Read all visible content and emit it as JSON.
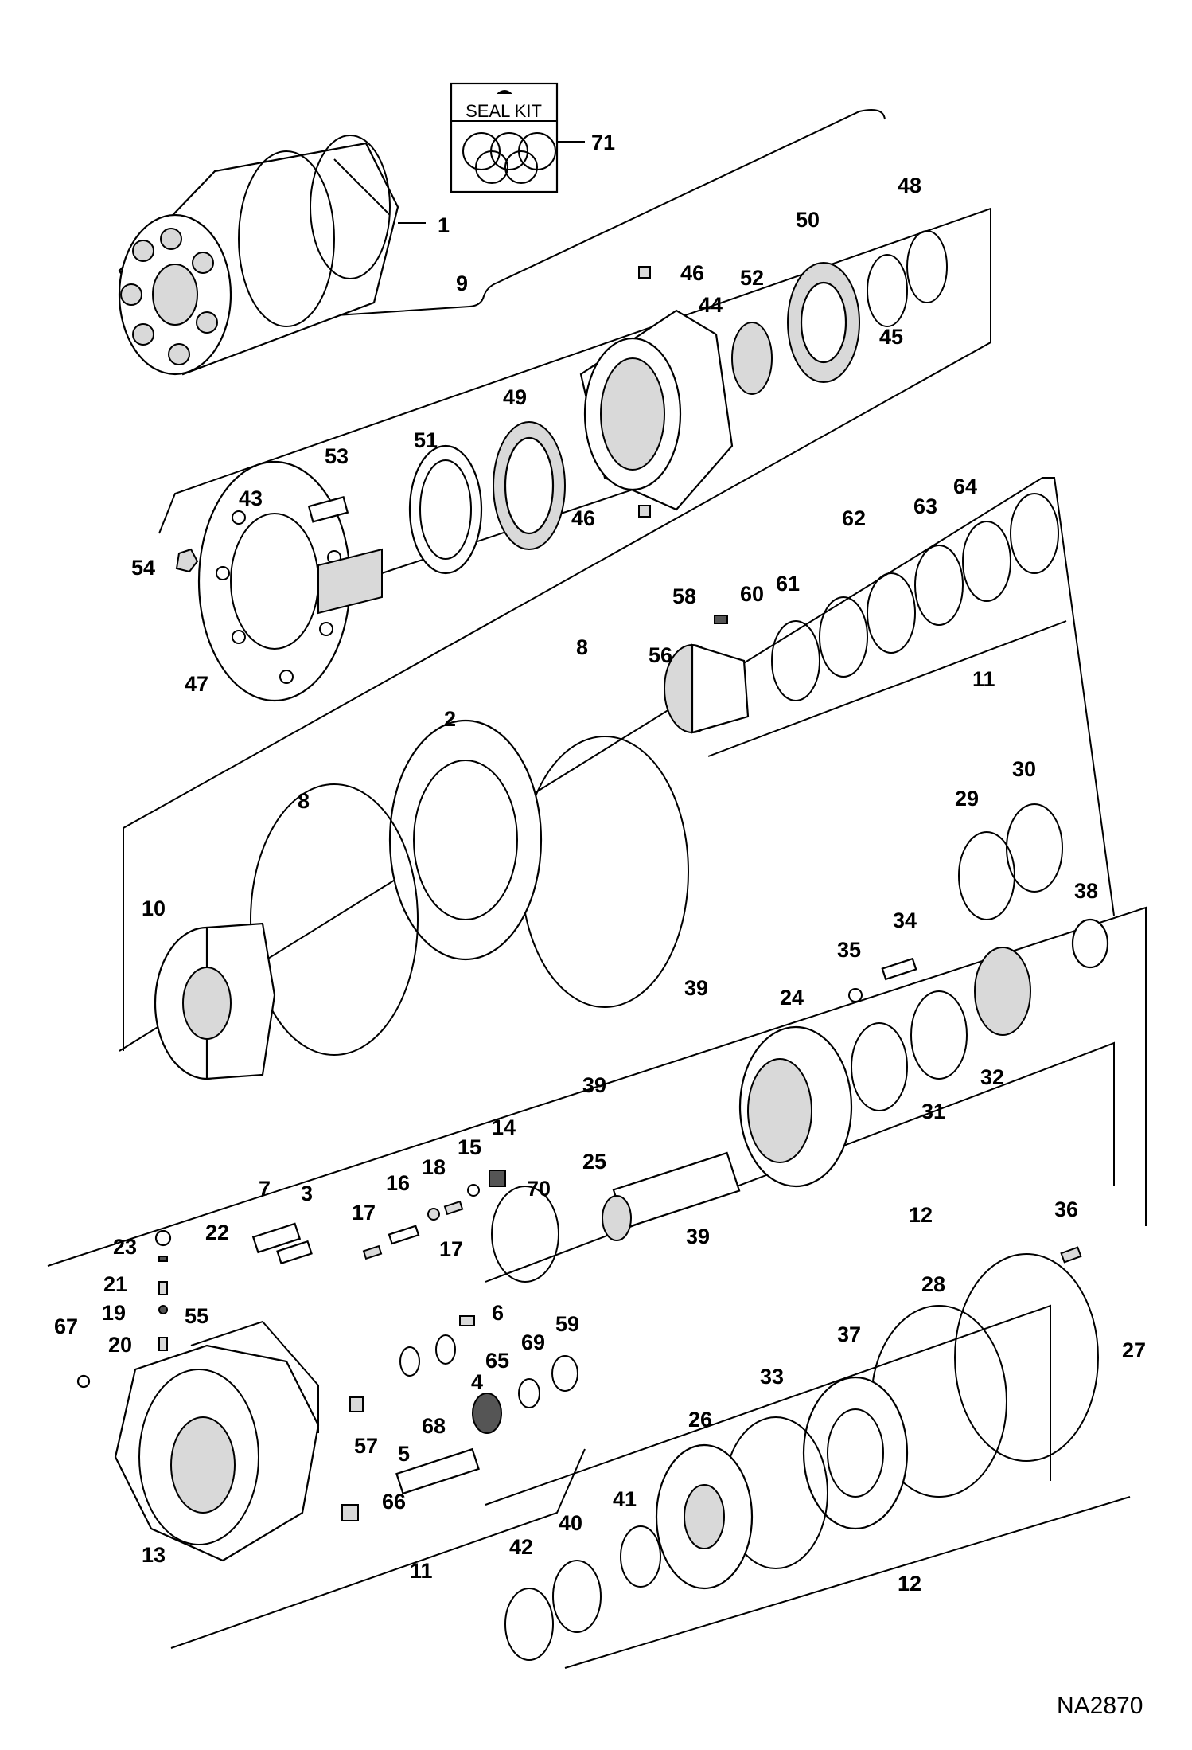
{
  "diagram": {
    "seal_kit": {
      "label": "SEAL KIT",
      "callout": "71"
    },
    "document_id": "NA2870",
    "callouts": [
      "1",
      "9",
      "46",
      "44",
      "52",
      "50",
      "48",
      "45",
      "49",
      "51",
      "53",
      "43",
      "54",
      "47",
      "46",
      "62",
      "63",
      "64",
      "58",
      "60",
      "61",
      "56",
      "8",
      "2",
      "8",
      "10",
      "11",
      "29",
      "30",
      "38",
      "34",
      "35",
      "39",
      "24",
      "31",
      "32",
      "39",
      "14",
      "15",
      "18",
      "16",
      "7",
      "3",
      "17",
      "17",
      "22",
      "23",
      "21",
      "19",
      "20",
      "55",
      "67",
      "70",
      "25",
      "39",
      "12",
      "36",
      "6",
      "69",
      "59",
      "65",
      "4",
      "28",
      "27",
      "37",
      "33",
      "26",
      "41",
      "40",
      "42",
      "57",
      "68",
      "5",
      "66",
      "13",
      "11",
      "12"
    ]
  }
}
